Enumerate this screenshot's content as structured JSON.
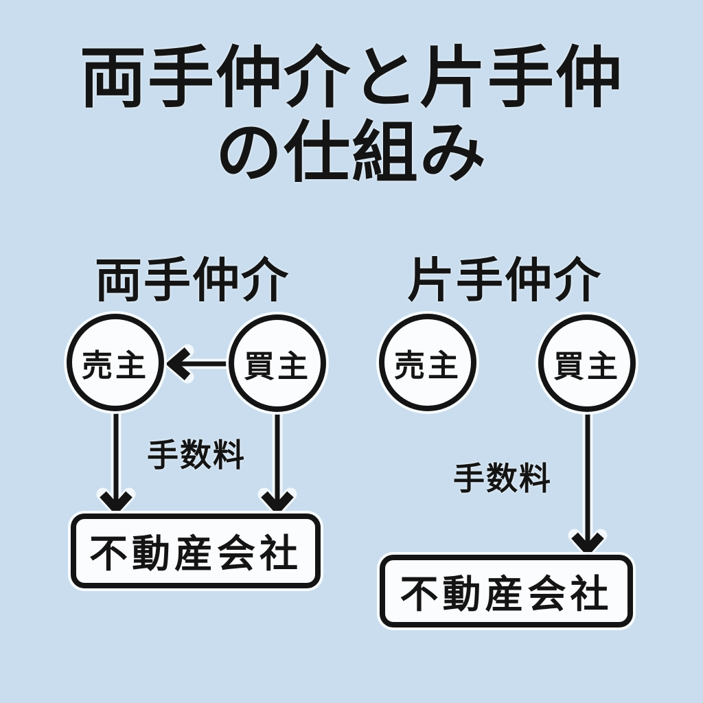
{
  "title": {
    "line1": "両手仲介と片手仲",
    "line2": "の仕組み"
  },
  "colors": {
    "background": "#c9ddee",
    "line": "#141414",
    "node_fill": "#fbfcfd",
    "halo": "#f2f8fc"
  },
  "sections": {
    "left": {
      "heading": "両手仲介",
      "seller_label": "売主",
      "buyer_label": "買主",
      "fee_label": "手数料",
      "company_label": "不動産会社"
    },
    "right": {
      "heading": "片手仲介",
      "seller_label": "売主",
      "buyer_label": "買主",
      "fee_label": "手数料",
      "company_label": "不動産会社"
    }
  },
  "edges": [
    {
      "section": "両手仲介",
      "from": "買主",
      "to": "売主",
      "label": ""
    },
    {
      "section": "両手仲介",
      "from": "売主",
      "to": "不動産会社",
      "label": "手数料"
    },
    {
      "section": "両手仲介",
      "from": "買主",
      "to": "不動産会社",
      "label": "手数料"
    },
    {
      "section": "片手仲介",
      "from": "買主",
      "to": "不動産会社",
      "label": "手数料"
    }
  ]
}
